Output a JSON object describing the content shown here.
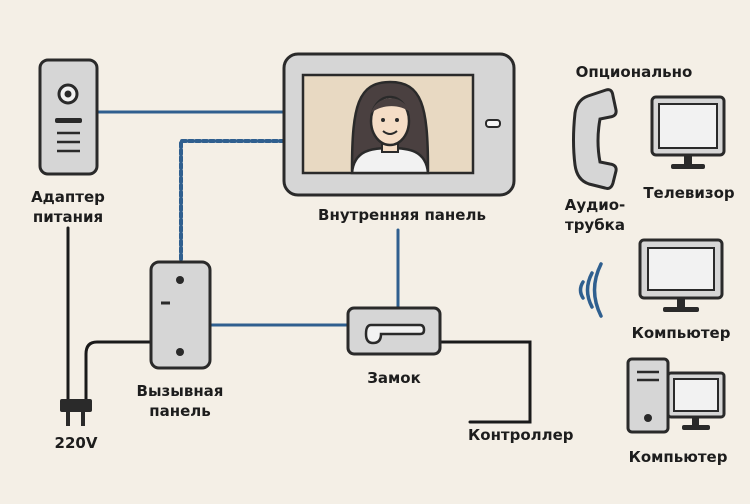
{
  "labels": {
    "power_adapter_line1": "Адаптер",
    "power_adapter_line2": "питания",
    "indoor_panel": "Внутренняя панель",
    "call_panel_line1": "Вызывная",
    "call_panel_line2": "панель",
    "lock": "Замок",
    "controller": "Контроллер",
    "voltage": "220V",
    "optional": "Опционально",
    "handset_line1": "Аудио-",
    "handset_line2": "трубка",
    "tv": "Телевизор",
    "computer_1": "Компьютер",
    "computer_2": "Компьютер"
  },
  "colors": {
    "blue_wire": "#2f5f8f",
    "black_wire": "#1a1a1a",
    "device_fill": "#d6d6d6",
    "screen_fill": "#e8d9c2",
    "background": "#f4efe6"
  },
  "icons": [
    "power-adapter-icon",
    "indoor-monitor-icon",
    "call-panel-icon",
    "lock-icon",
    "plug-icon",
    "handset-icon",
    "tv-icon",
    "wireless-icon",
    "monitor-icon",
    "desktop-computer-icon"
  ]
}
